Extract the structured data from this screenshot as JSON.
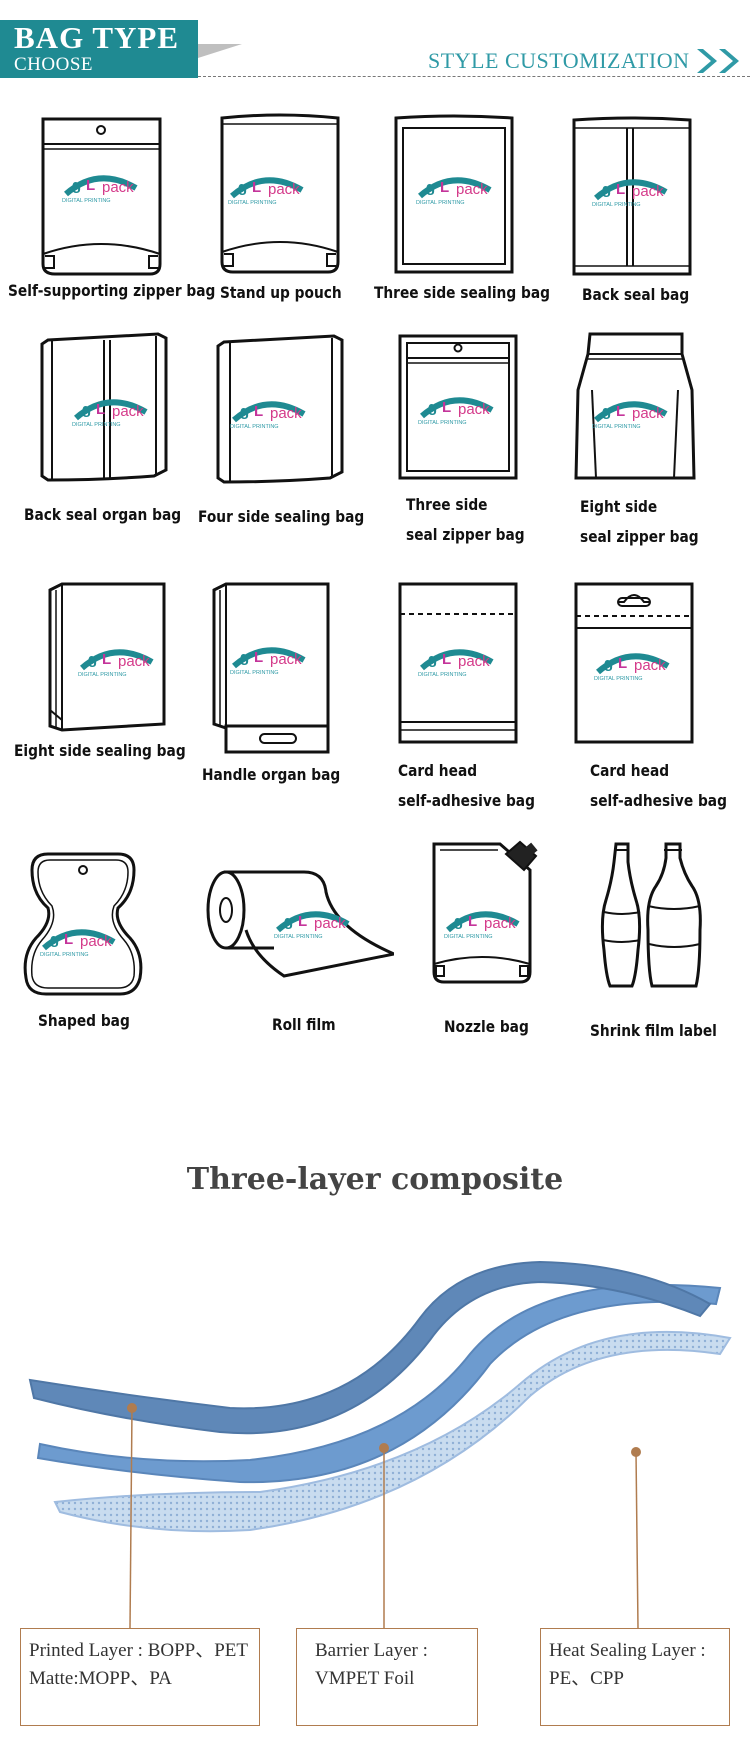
{
  "header": {
    "title": "BAG TYPE",
    "subtitle": "CHOOSE",
    "right_label": "STYLE  CUSTOMIZATION",
    "brand_color": "#1f8a92",
    "accent_color": "#2f9aa6"
  },
  "logo": {
    "text_g": "g",
    "text_l": "L",
    "text_pack": "pack",
    "tagline": "DIGITAL PRINTING"
  },
  "bag_types": [
    {
      "icon": "self-supporting-zipper-bag-icon",
      "lines": [
        "Self-supporting zipper bag"
      ]
    },
    {
      "icon": "stand-up-pouch-icon",
      "lines": [
        "Stand up pouch"
      ]
    },
    {
      "icon": "three-side-sealing-bag-icon",
      "lines": [
        "Three side sealing bag"
      ]
    },
    {
      "icon": "back-seal-bag-icon",
      "lines": [
        "Back seal bag"
      ]
    },
    {
      "icon": "back-seal-organ-bag-icon",
      "lines": [
        "Back seal organ bag"
      ]
    },
    {
      "icon": "four-side-sealing-bag-icon",
      "lines": [
        "Four side sealing bag"
      ]
    },
    {
      "icon": "three-side-seal-zipper-bag-icon",
      "lines": [
        "Three side",
        "seal zipper bag"
      ]
    },
    {
      "icon": "eight-side-seal-zipper-bag-icon",
      "lines": [
        "Eight side",
        "seal zipper bag"
      ]
    },
    {
      "icon": "eight-side-sealing-bag-icon",
      "lines": [
        "Eight side sealing bag"
      ]
    },
    {
      "icon": "handle-organ-bag-icon",
      "lines": [
        "Handle organ bag"
      ]
    },
    {
      "icon": "card-head-self-adhesive-bag-icon",
      "lines": [
        "Card head",
        "self-adhesive bag"
      ]
    },
    {
      "icon": "card-head-self-adhesive-bag-hook-icon",
      "lines": [
        "Card head",
        "self-adhesive bag"
      ]
    },
    {
      "icon": "shaped-bag-icon",
      "lines": [
        "Shaped bag"
      ]
    },
    {
      "icon": "roll-film-icon",
      "lines": [
        "Roll film"
      ]
    },
    {
      "icon": "nozzle-bag-icon",
      "lines": [
        "Nozzle bag"
      ]
    },
    {
      "icon": "shrink-film-label-icon",
      "lines": [
        "Shrink film label"
      ]
    }
  ],
  "composite": {
    "title": "Three-layer composite",
    "layers": [
      {
        "name": "printed-layer",
        "lines": [
          "Printed Layer : BOPP、PET",
          "Matte:MOPP、PA"
        ]
      },
      {
        "name": "barrier-layer",
        "lines": [
          "Barrier Layer :",
          "VMPET Foil"
        ]
      },
      {
        "name": "heat-sealing-layer",
        "lines": [
          "Heat Sealing Layer :",
          "PE、CPP"
        ]
      }
    ],
    "layer_colors": [
      "#5f88b8",
      "#6d9bcf",
      "#9fbce0"
    ],
    "leader_color": "#b07c4f"
  }
}
